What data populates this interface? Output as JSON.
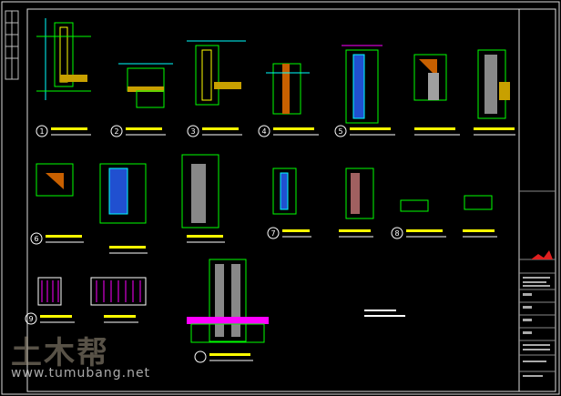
{
  "details": [
    {
      "num": "1"
    },
    {
      "num": "2"
    },
    {
      "num": "3"
    },
    {
      "num": "4"
    },
    {
      "num": "5"
    },
    {
      "num": "6"
    },
    {
      "num": "7"
    },
    {
      "num": "8"
    },
    {
      "num": "9"
    }
  ],
  "watermark": {
    "cn": "土木帮",
    "url": "www.tumubang.net"
  },
  "colors": {
    "background": "#000000",
    "line_green": "#00ff00",
    "line_yellow": "#ffff00",
    "line_cyan": "#00ffff",
    "line_magenta": "#ff00ff",
    "frame": "#ffffff"
  }
}
